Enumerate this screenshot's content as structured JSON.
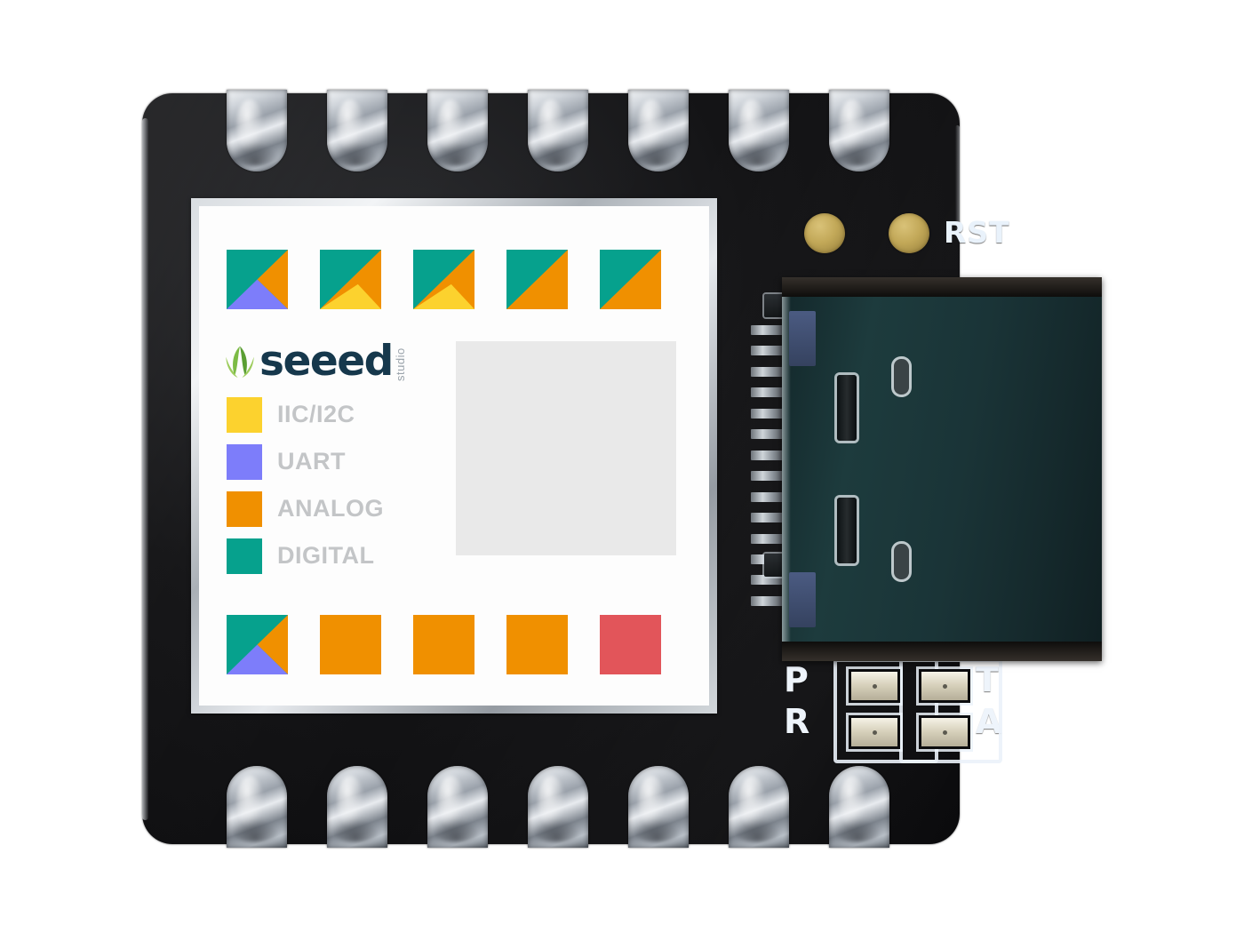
{
  "image": {
    "subject": "Seeed Studio XIAO microcontroller board, top view",
    "background_color": "#ffffff",
    "board_color": "#111214"
  },
  "board": {
    "brand_logo": {
      "wordmark": "seeed",
      "sub_wordmark": "studio",
      "wordmark_color": "#16384c",
      "leaf_icon": "seeed-leaf-icon"
    },
    "reset_label": "RST",
    "legend_title": "",
    "legend": [
      {
        "label": "IIC/I2C",
        "color": "#fcd22e"
      },
      {
        "label": "UART",
        "color": "#7d7dfa"
      },
      {
        "label": "ANALOG",
        "color": "#f09000"
      },
      {
        "label": "DIGITAL",
        "color": "#06a18d"
      }
    ],
    "palette": {
      "digital_teal": "#06a18d",
      "analog_orange": "#f09000",
      "i2c_yellow": "#fcd22e",
      "uart_purple": "#7d7dfa",
      "power_red": "#e2555a",
      "gray_block": "#e9e9e9",
      "silk_white": "#eef4fb",
      "gold_pad": "#c2a858"
    },
    "pin_color_codes": {
      "top_row": [
        {
          "id": "top-pin-1",
          "segments": [
            "digital_teal",
            "analog_orange",
            "uart_purple"
          ]
        },
        {
          "id": "top-pin-2",
          "segments": [
            "digital_teal",
            "analog_orange",
            "i2c_yellow"
          ]
        },
        {
          "id": "top-pin-3",
          "segments": [
            "digital_teal",
            "analog_orange",
            "i2c_yellow"
          ]
        },
        {
          "id": "top-pin-4",
          "segments": [
            "digital_teal",
            "analog_orange"
          ]
        },
        {
          "id": "top-pin-5",
          "segments": [
            "digital_teal",
            "analog_orange"
          ]
        }
      ],
      "bottom_row": [
        {
          "id": "bottom-pin-1",
          "segments": [
            "digital_teal",
            "analog_orange",
            "uart_purple"
          ]
        },
        {
          "id": "bottom-pin-2",
          "segments": [
            "analog_orange"
          ]
        },
        {
          "id": "bottom-pin-3",
          "segments": [
            "analog_orange"
          ]
        },
        {
          "id": "bottom-pin-4",
          "segments": [
            "analog_orange"
          ]
        },
        {
          "id": "bottom-pin-5",
          "segments": [
            "power_red"
          ]
        }
      ]
    },
    "castellated_pins": {
      "top_count": 7,
      "bottom_count": 7
    },
    "connector": {
      "type": "USB-C",
      "shell_color": "#1a3437"
    },
    "silkscreen": {
      "bottom_left_marks": [
        "P",
        "R"
      ],
      "bottom_right_marks": [
        "T",
        "A"
      ]
    },
    "indicator_leds": 4
  }
}
